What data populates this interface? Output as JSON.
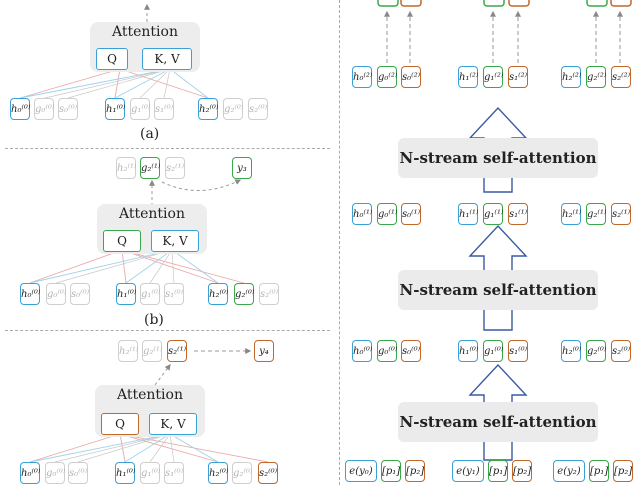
{
  "attention_label": "Attention",
  "q_label": "Q",
  "kv_label": "K, V",
  "captions": [
    "(a)",
    "(b)"
  ],
  "nstream_label": "N-stream self-attention",
  "panel_a": {
    "row": [
      "h₀⁽⁰⁾",
      "g₀⁽⁰⁾",
      "s₀⁽⁰⁾",
      "h₁⁽⁰⁾",
      "g₁⁽⁰⁾",
      "s₁⁽⁰⁾",
      "h₂⁽⁰⁾",
      "g₂⁽⁰⁾",
      "s₂⁽⁰⁾"
    ]
  },
  "panel_b": {
    "top": [
      "h₂⁽¹⁾",
      "g₂⁽¹⁾",
      "s₂⁽¹⁾"
    ],
    "target": "y₃",
    "row": [
      "h₀⁽⁰⁾",
      "g₀⁽⁰⁾",
      "s₀⁽⁰⁾",
      "h₁⁽⁰⁾",
      "g₁⁽⁰⁾",
      "s₁⁽⁰⁾",
      "h₂⁽⁰⁾",
      "g₂⁽⁰⁾",
      "s₂⁽⁰⁾"
    ]
  },
  "panel_c": {
    "top": [
      "h₂⁽¹⁾",
      "g₂⁽¹⁾",
      "s₂⁽¹⁾"
    ],
    "target": "y₄",
    "row": [
      "h₀⁽⁰⁾",
      "g₀⁽⁰⁾",
      "s₀⁽⁰⁾",
      "h₁⁽⁰⁾",
      "g₁⁽⁰⁾",
      "s₁⁽⁰⁾",
      "h₂⁽⁰⁾",
      "g₂⁽⁰⁾",
      "s₂⁽⁰⁾"
    ]
  },
  "right": {
    "row2": [
      "h₀⁽²⁾",
      "g₀⁽²⁾",
      "s₀⁽²⁾",
      "h₁⁽²⁾",
      "g₁⁽²⁾",
      "s₁⁽²⁾",
      "h₂⁽²⁾",
      "g₂⁽²⁾",
      "s₂⁽²⁾"
    ],
    "row1": [
      "h₀⁽¹⁾",
      "g₀⁽¹⁾",
      "s₀⁽¹⁾",
      "h₁⁽¹⁾",
      "g₁⁽¹⁾",
      "s₁⁽¹⁾",
      "h₂⁽¹⁾",
      "g₂⁽¹⁾",
      "s₂⁽¹⁾"
    ],
    "row0": [
      "h₀⁽⁰⁾",
      "g₀⁽⁰⁾",
      "s₀⁽⁰⁾",
      "h₁⁽⁰⁾",
      "g₁⁽⁰⁾",
      "s₁⁽⁰⁾",
      "h₂⁽⁰⁾",
      "g₂⁽⁰⁾",
      "s₂⁽⁰⁾"
    ],
    "inputs": [
      "e(y₀)",
      "[p₁]",
      "[p₂]",
      "e(y₁)",
      "[p₁]",
      "[p₂]",
      "e(y₂)",
      "[p₁]",
      "[p₂]"
    ]
  }
}
